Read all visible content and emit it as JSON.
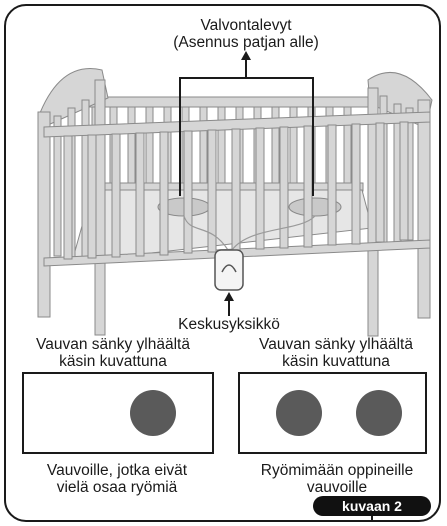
{
  "sensor_label": "Valvontalevyt\n(Asennus patjan alle)",
  "unit_label": "Keskusyksikkö",
  "left_caption_top": "Vauvan sänky ylhäältä\nkäsin kuvattuna",
  "right_caption_top": "Vauvan sänky ylhäältä\nkäsin kuvattuna",
  "left_caption_bottom": "Vauvoille, jotka eivät\nvielä osaa ryömiä",
  "right_caption_bottom": "Ryömimään oppineille\nvauvoille",
  "figure_label": "kuvaan 2",
  "left_panel_pads": 1,
  "right_panel_pads": 2
}
